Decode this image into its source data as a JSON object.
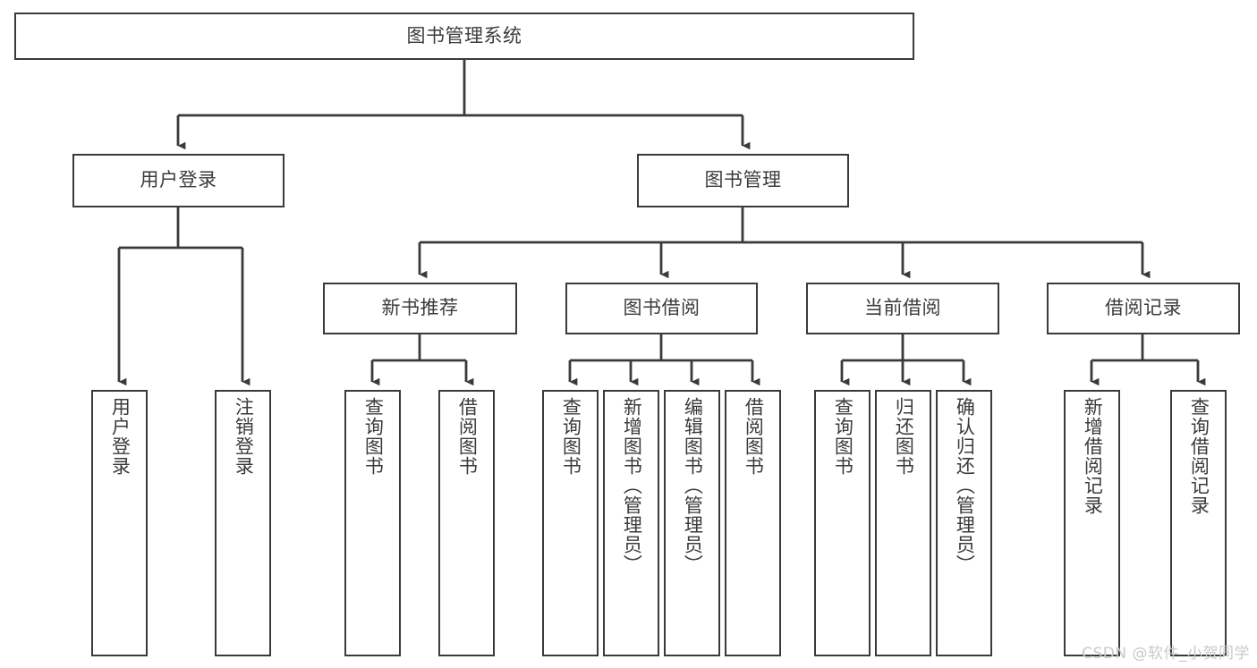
{
  "diagram": {
    "type": "hierarchy-tree",
    "title": "图书管理系统",
    "root": {
      "id": "root",
      "label": "图书管理系统"
    },
    "level1": [
      {
        "id": "user-login",
        "label": "用户登录"
      },
      {
        "id": "book-management",
        "label": "图书管理"
      }
    ],
    "level2": [
      {
        "id": "new-book-recommend",
        "label": "新书推荐",
        "parent": "book-management"
      },
      {
        "id": "book-borrow",
        "label": "图书借阅",
        "parent": "book-management"
      },
      {
        "id": "current-borrow",
        "label": "当前借阅",
        "parent": "book-management"
      },
      {
        "id": "borrow-record",
        "label": "借阅记录",
        "parent": "book-management"
      }
    ],
    "leaves": {
      "user-login": [
        {
          "id": "leaf-user-login",
          "label": "用户登录"
        },
        {
          "id": "leaf-logout",
          "label": "注销登录"
        }
      ],
      "new-book-recommend": [
        {
          "id": "leaf-query-book-1",
          "label": "查询图书"
        },
        {
          "id": "leaf-borrow-book-1",
          "label": "借阅图书"
        }
      ],
      "book-borrow": [
        {
          "id": "leaf-query-book-2",
          "label": "查询图书"
        },
        {
          "id": "leaf-add-book",
          "label": "新增图书（管理员）"
        },
        {
          "id": "leaf-edit-book",
          "label": "编辑图书（管理员）"
        },
        {
          "id": "leaf-borrow-book-2",
          "label": "借阅图书"
        }
      ],
      "current-borrow": [
        {
          "id": "leaf-query-book-3",
          "label": "查询图书"
        },
        {
          "id": "leaf-return-book",
          "label": "归还图书"
        },
        {
          "id": "leaf-confirm-return",
          "label": "确认归还（管理员）"
        }
      ],
      "borrow-record": [
        {
          "id": "leaf-add-record",
          "label": "新增借阅记录"
        },
        {
          "id": "leaf-query-record",
          "label": "查询借阅记录"
        }
      ]
    }
  },
  "watermark": {
    "text": "CSDN @软件_小贺同学"
  },
  "colors": {
    "stroke": "#3a3a3a",
    "text": "#3b3b3b",
    "background": "#ffffff",
    "watermark": "#c9c9c9"
  }
}
